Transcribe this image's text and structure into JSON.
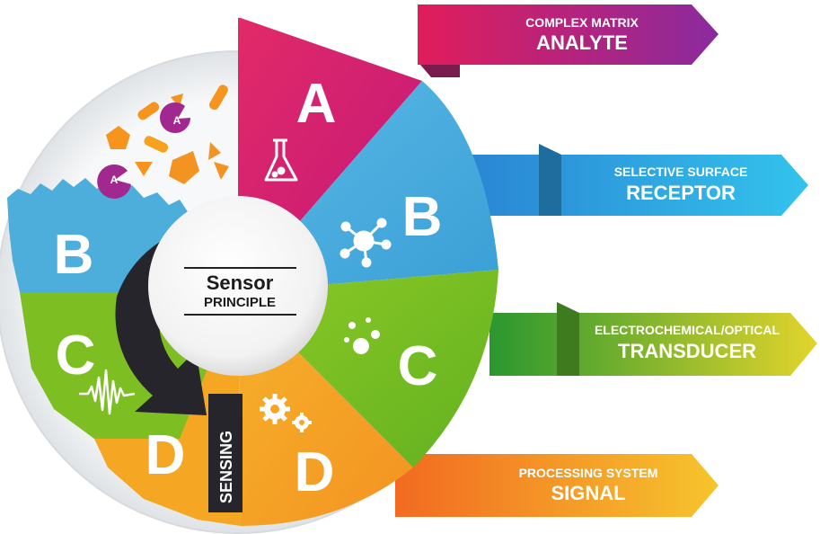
{
  "center": {
    "title": "Sensor",
    "subtitle": "PRINCIPLE",
    "sensing_label": "SENSING"
  },
  "segments": {
    "a_letter": "A",
    "b_letter": "B",
    "c_letter": "C",
    "d_letter": "D",
    "left_b_letter": "B",
    "left_c_letter": "C",
    "left_d_letter": "D",
    "analyte_marker_1": "A",
    "analyte_marker_2": "A"
  },
  "banners": [
    {
      "top": "COMPLEX MATRIX",
      "main": "ANALYTE",
      "color_start": "#d9155e",
      "color_end": "#9b2a9c"
    },
    {
      "top": "SELECTIVE SURFACE",
      "main": "RECEPTOR",
      "color_start": "#2b8ed6",
      "color_end": "#2fc0ea"
    },
    {
      "top": "ELECTROCHEMICAL/OPTICAL",
      "main": "TRANSDUCER",
      "color_start": "#2e9a2e",
      "color_end": "#d8d32a"
    },
    {
      "top": "PROCESSING SYSTEM",
      "main": "SIGNAL",
      "color_start": "#f4741f",
      "color_end": "#f5c12c"
    }
  ],
  "colors": {
    "analyte": "#dc1f6a",
    "receptor": "#4fb0df",
    "transducer": "#7ec122",
    "signal": "#f4a623",
    "arrow": "#2a2830",
    "ring": "#e9ecef"
  },
  "icons": [
    "flask-icon",
    "molecule-icon",
    "bubbles-icon",
    "gears-icon",
    "waveform-icon",
    "analyte-shapes"
  ]
}
